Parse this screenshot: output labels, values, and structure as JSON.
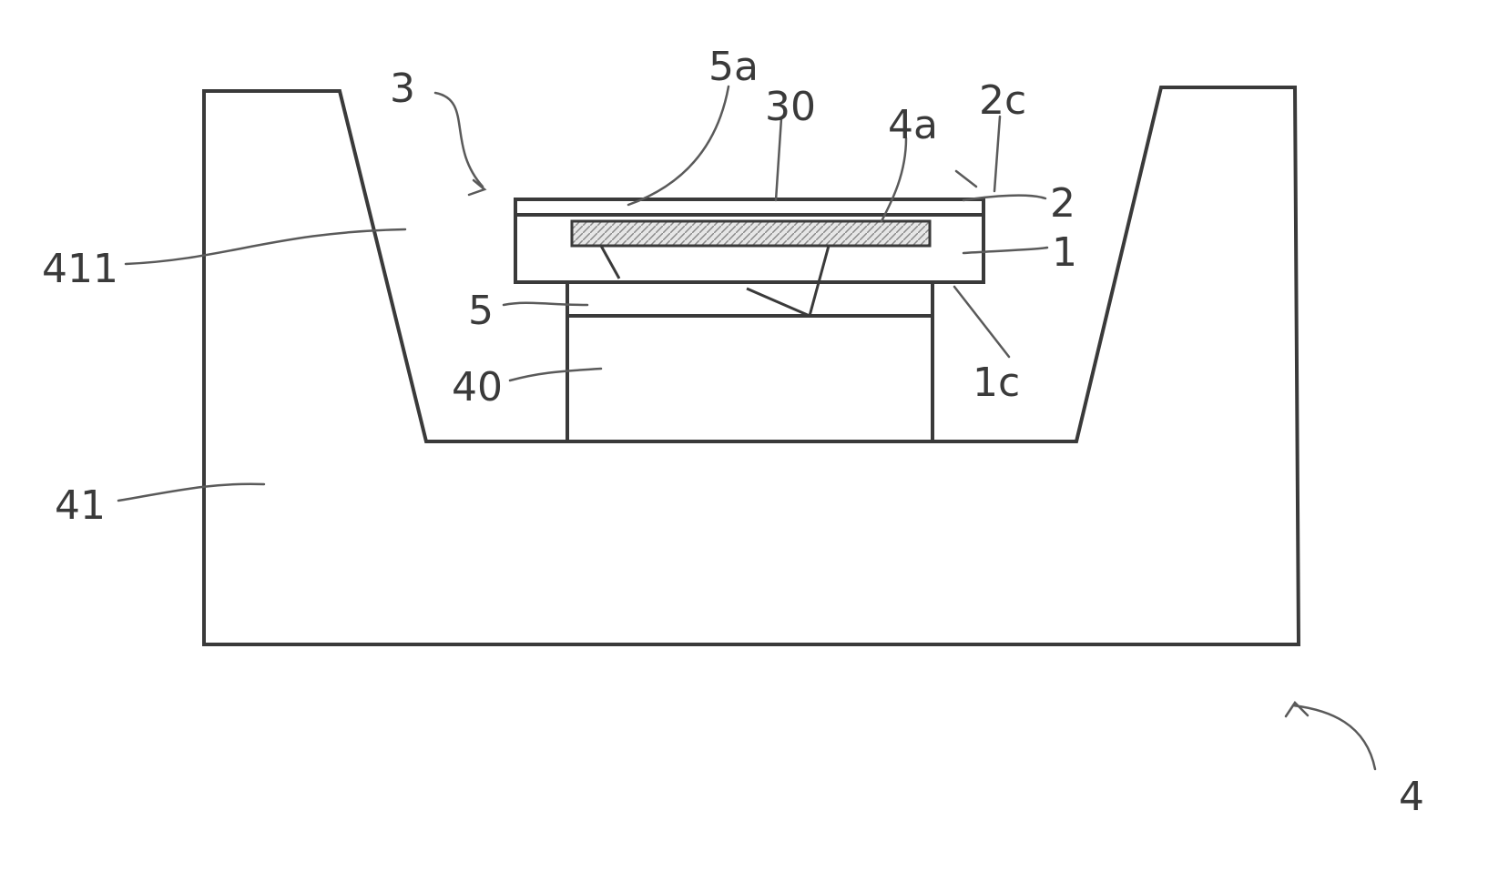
{
  "figure": {
    "labels": {
      "l3": "3",
      "l5a": "5a",
      "l30": "30",
      "l4a": "4a",
      "l2c": "2c",
      "l2": "2",
      "l1": "1",
      "l1c": "1c",
      "l411": "411",
      "l5": "5",
      "l40": "40",
      "l41": "41",
      "l4": "4"
    }
  }
}
